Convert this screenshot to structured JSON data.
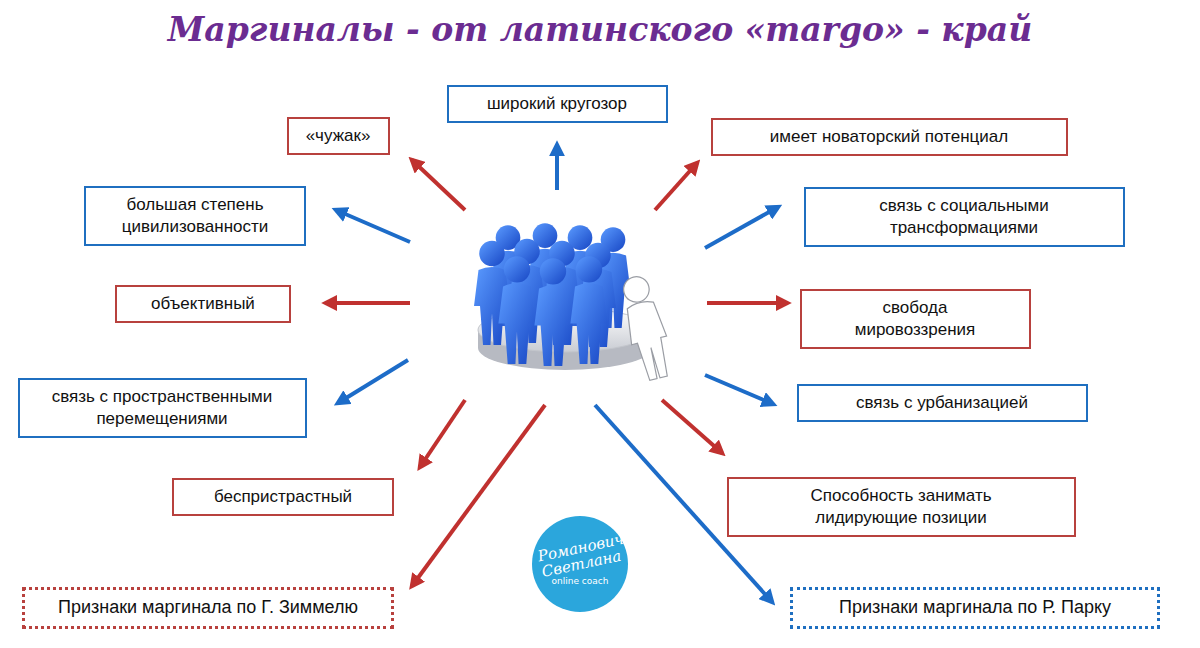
{
  "diagram": {
    "title": "Маргиналы - от латинского «margo» - край",
    "nodes": [
      {
        "text": [
          "широкий кругозор"
        ]
      },
      {
        "text": [
          "«чужак»"
        ]
      },
      {
        "text": [
          "имеет новаторский потенциал"
        ]
      },
      {
        "text": [
          "большая степень цивилизованности"
        ]
      },
      {
        "text": [
          "связь с социальными трансформациями"
        ]
      },
      {
        "text": [
          "объективный"
        ]
      },
      {
        "text": [
          "свобода мировоззрения"
        ]
      },
      {
        "text": [
          "связь с пространственными перемещениями"
        ]
      },
      {
        "text": [
          "связь с урбанизацией"
        ]
      },
      {
        "text": [
          "беспристрастный"
        ]
      },
      {
        "text": [
          "Способность занимать лидирующие позиции"
        ]
      },
      {
        "text": [
          "Признаки маргинала по Г. Зиммелю"
        ]
      },
      {
        "text": [
          "Признаки маргинала по Р. Парку"
        ]
      }
    ],
    "labels": [
      "Романович Светлана",
      "online coach"
    ]
  }
}
